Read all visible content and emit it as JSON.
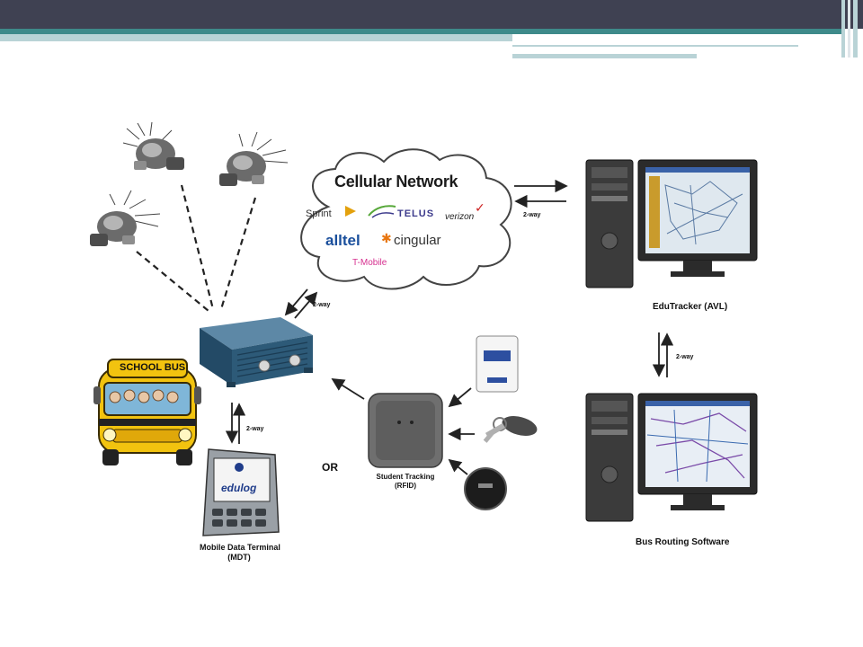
{
  "cloud": {
    "title": "Cellular Network",
    "carriers": {
      "sprint": "Sprint",
      "telus": "TELUS",
      "verizon": "verizon",
      "alltel": "alltel",
      "cingular": "cingular",
      "tmobile": "T-Mobile"
    }
  },
  "bus_sign": "SCHOOL BUS",
  "mdt_brand": "edulog",
  "labels": {
    "edutracker": "EduTracker (AVL)",
    "routing": "Bus Routing Software",
    "mdt": [
      "Mobile Data Terminal",
      "(MDT)"
    ],
    "student": [
      "Student Tracking",
      "(RFID)"
    ],
    "or": "OR",
    "two_way_cloud_avl": "2-way",
    "two_way_cloud_modem": "2-way",
    "two_way_avl_routing": "2-way",
    "two_way_modem_mdt": "2-way"
  },
  "colors": {
    "header_bar": "#3f4152",
    "accent_teal": "#3e8a8a",
    "accent_light": "#b9d3d6",
    "bus_yellow": "#f2c30f",
    "modem_blue": "#2d5a78"
  }
}
